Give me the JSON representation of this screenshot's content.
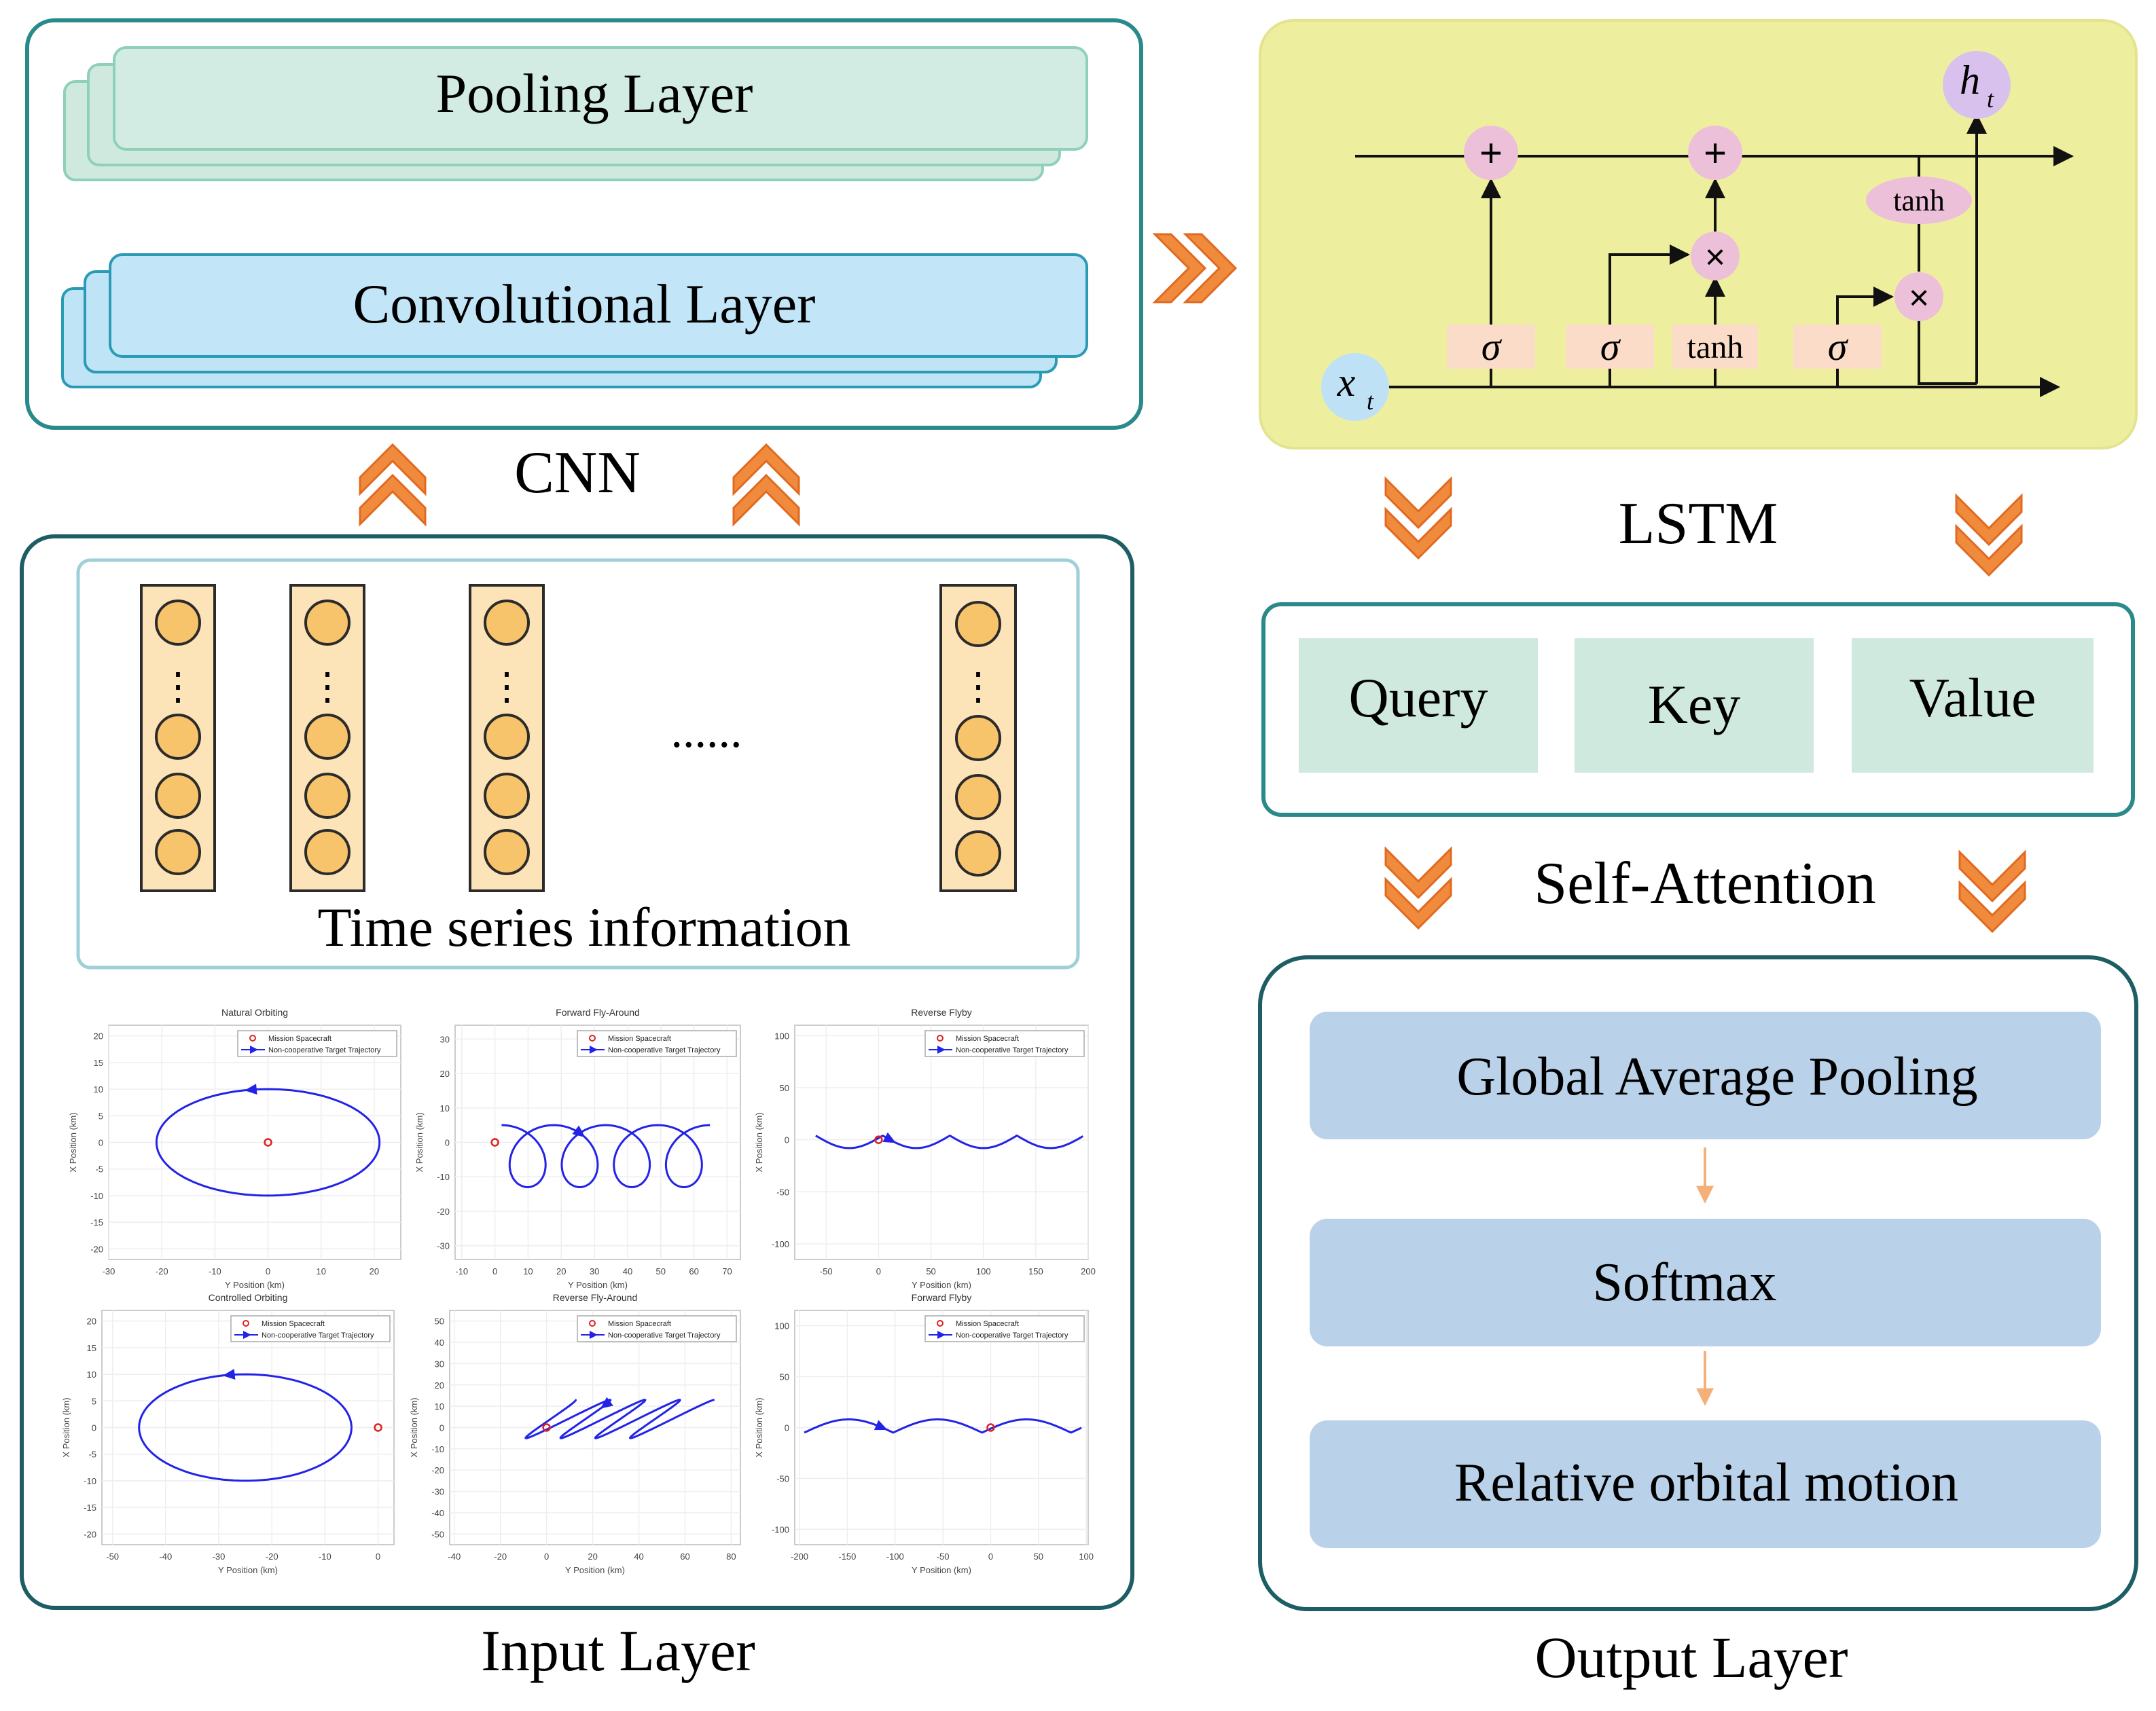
{
  "cnn": {
    "pooling_label": "Pooling Layer",
    "conv_label": "Convolutional Layer",
    "title": "CNN"
  },
  "lstm": {
    "title": "LSTM",
    "ops": {
      "plus": "+",
      "times": "×",
      "tanh": "tanh",
      "sigma": "σ"
    },
    "input_label": "x",
    "input_sub": "t",
    "output_label": "h",
    "output_sub": "t"
  },
  "attention": {
    "title": "Self-Attention",
    "query": "Query",
    "key": "Key",
    "value": "Value"
  },
  "input_layer": {
    "title": "Input Layer",
    "ellipsis": "......",
    "vertical_dots": "⋮",
    "timeseries_label": "Time series information",
    "legend_mission": "Mission Spacecraft",
    "legend_target": "Non-cooperative Target Trajectory",
    "x_axis_label": "Y Position (km)",
    "y_axis_label": "X Position (km)",
    "colors": {
      "trajectory": "#2323e8",
      "mission": "#e02020"
    }
  },
  "output_layer": {
    "title": "Output Layer",
    "gap": "Global Average Pooling",
    "softmax": "Softmax",
    "result": "Relative orbital motion"
  },
  "chart_data": [
    {
      "type": "line",
      "title": "Natural Orbiting",
      "xticks": [
        "-30",
        "-20",
        "-10",
        "0",
        "10",
        "20"
      ],
      "yticks": [
        "20",
        "15",
        "10",
        "5",
        "0",
        "-5",
        "-10",
        "-15",
        "-20"
      ],
      "xlim": [
        -30,
        25
      ],
      "ylim": [
        -22,
        22
      ],
      "mission": [
        0,
        0
      ],
      "shape": "ellipse",
      "center": [
        0,
        0
      ],
      "rx": 21,
      "ry": 10
    },
    {
      "type": "line",
      "title": "Forward Fly-Around",
      "xticks": [
        "-10",
        "0",
        "10",
        "20",
        "30",
        "40",
        "50",
        "60",
        "70"
      ],
      "yticks": [
        "30",
        "20",
        "10",
        "0",
        "-10",
        "-20",
        "-30"
      ],
      "xlim": [
        -12,
        74
      ],
      "ylim": [
        -34,
        34
      ],
      "mission": [
        0,
        0
      ],
      "shape": "loops-forward"
    },
    {
      "type": "line",
      "title": "Reverse Flyby",
      "xticks": [
        "-50",
        "0",
        "50",
        "100",
        "150",
        "200"
      ],
      "yticks": [
        "100",
        "50",
        "0",
        "-50",
        "-100"
      ],
      "xlim": [
        -80,
        200
      ],
      "ylim": [
        -115,
        110
      ],
      "mission": [
        0,
        0
      ],
      "shape": "arcs-reverse"
    },
    {
      "type": "line",
      "title": "Controlled Orbiting",
      "xticks": [
        "-50",
        "-40",
        "-30",
        "-20",
        "-10",
        "0"
      ],
      "yticks": [
        "20",
        "15",
        "10",
        "5",
        "0",
        "-5",
        "-10",
        "-15",
        "-20"
      ],
      "xlim": [
        -52,
        3
      ],
      "ylim": [
        -22,
        22
      ],
      "mission": [
        0,
        0
      ],
      "shape": "ellipse",
      "center": [
        -25,
        0
      ],
      "rx": 20,
      "ry": 10
    },
    {
      "type": "line",
      "title": "Reverse Fly-Around",
      "xticks": [
        "-40",
        "-20",
        "0",
        "20",
        "40",
        "60",
        "80"
      ],
      "yticks": [
        "50",
        "40",
        "30",
        "20",
        "10",
        "0",
        "-10",
        "-20",
        "-30",
        "-40",
        "-50"
      ],
      "xlim": [
        -42,
        84
      ],
      "ylim": [
        -55,
        55
      ],
      "mission": [
        0,
        0
      ],
      "shape": "loops-reverse"
    },
    {
      "type": "line",
      "title": "Forward Flyby",
      "xticks": [
        "-200",
        "-150",
        "-100",
        "-50",
        "0",
        "50",
        "100"
      ],
      "yticks": [
        "100",
        "50",
        "0",
        "-50",
        "-100"
      ],
      "xlim": [
        -205,
        102
      ],
      "ylim": [
        -115,
        115
      ],
      "mission": [
        0,
        0
      ],
      "shape": "arcs-forward"
    }
  ]
}
